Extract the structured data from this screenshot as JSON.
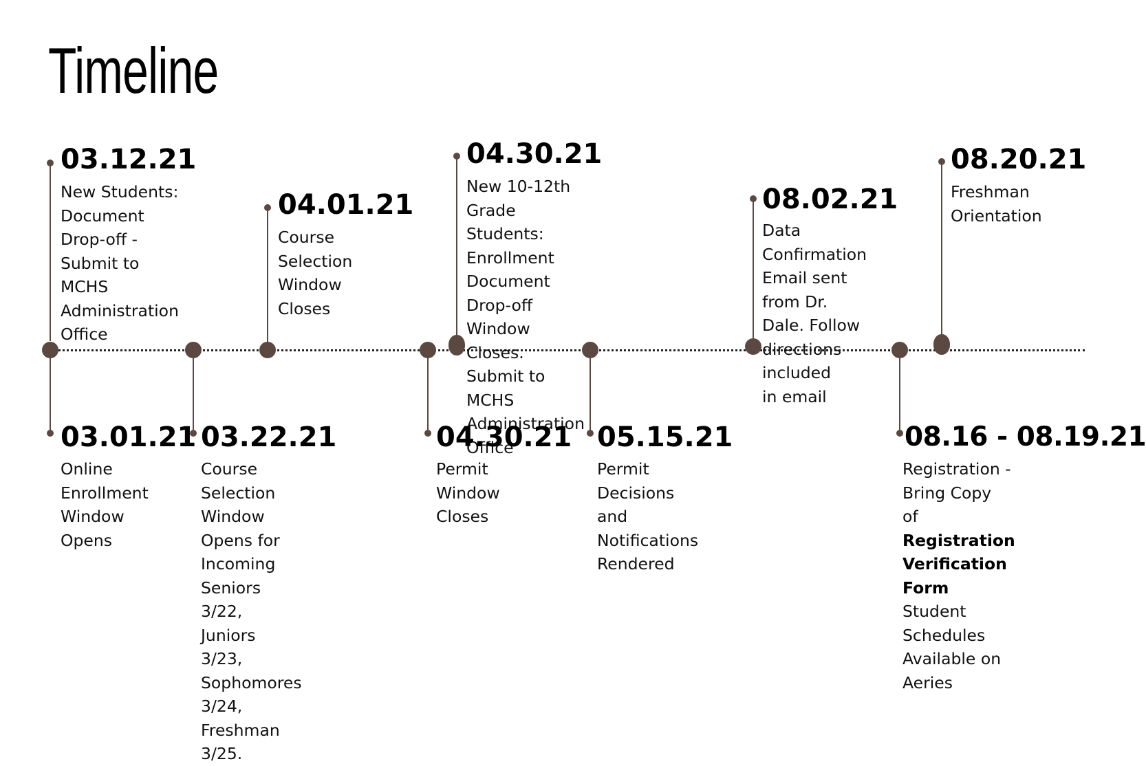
{
  "title": "Timeline",
  "colors": {
    "accent": "#5b4840",
    "axis": "#222222",
    "text": "#111111"
  },
  "events": [
    {
      "date": "03.12.21",
      "lines": [
        "New Students:",
        "Document Drop-off -",
        "Submit to MCHS",
        "Administration Office"
      ]
    },
    {
      "date": "04.01.21",
      "lines": [
        "Course Selection",
        "Window Closes"
      ]
    },
    {
      "date": "04.30.21",
      "lines": [
        "New 10-12th Grade",
        "Students: Enrollment",
        "Document Drop-off",
        "Window Closes.",
        "Submit to MCHS",
        "Administration Office"
      ]
    },
    {
      "date": "08.02.21",
      "lines": [
        "Data Confirmation",
        "Email sent from Dr.",
        "Dale. Follow",
        "directions included",
        "in email"
      ]
    },
    {
      "date": "08.20.21",
      "lines": [
        "Freshman",
        "Orientation"
      ]
    },
    {
      "date": "03.01.21",
      "lines": [
        "Online",
        "Enrollment",
        "Window Opens"
      ]
    },
    {
      "date": "03.22.21",
      "lines": [
        "Course Selection",
        "Window Opens for",
        "Incoming Seniors",
        "3/22, Juniors 3/23,",
        "Sophomores 3/24,",
        "Freshman 3/25."
      ]
    },
    {
      "date": "04.30.21",
      "lines": [
        "Permit Window",
        "Closes"
      ]
    },
    {
      "date": "05.15.21",
      "lines": [
        "Permit Decisions",
        "and Notifications",
        "Rendered"
      ]
    },
    {
      "date": "08.16 - 08.19.21",
      "line1a": "Registration - Bring Copy",
      "line2a": "of ",
      "bold1": "Registration",
      "bold2": "Verification Form",
      "line4": "Student Schedules",
      "line5": "Available on Aeries"
    }
  ]
}
